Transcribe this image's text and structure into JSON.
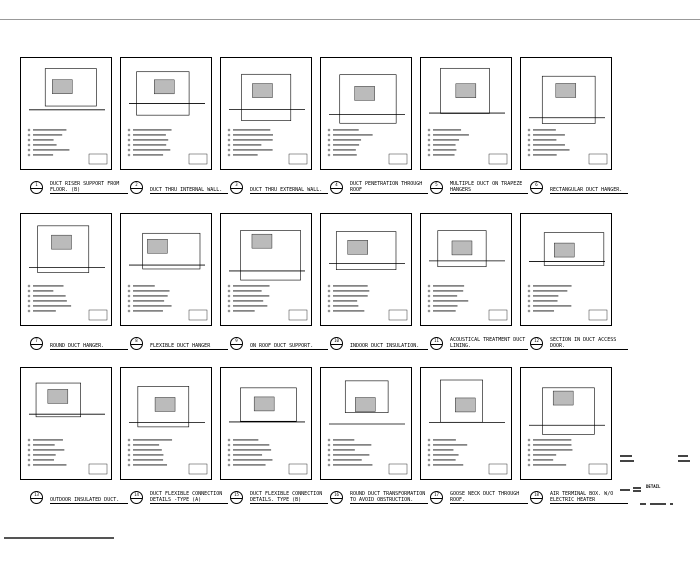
{
  "details": [
    {
      "number": "1",
      "title": "DUCT RISER SUPPORT FROM FLOOR. (B)"
    },
    {
      "number": "2",
      "title": "DUCT THRU INTERNAL WALL."
    },
    {
      "number": "3",
      "title": "DUCT THRU EXTERNAL WALL."
    },
    {
      "number": "4",
      "title": "DUCT PENETRATION THROUGH ROOF"
    },
    {
      "number": "5",
      "title": "MULTIPLE DUCT ON TRAPEZE HANGERS"
    },
    {
      "number": "6",
      "title": "RECTANGULAR DUCT HANGER."
    },
    {
      "number": "7",
      "title": "ROUND DUCT HANGER."
    },
    {
      "number": "8",
      "title": "FLEXIBLE DUCT HANGER"
    },
    {
      "number": "9",
      "title": "ON ROOF DUCT SUPPORT."
    },
    {
      "number": "10",
      "title": "INDOOR DUCT INSULATION."
    },
    {
      "number": "11",
      "title": "ACOUSTICAL TREATMENT DUCT LINING."
    },
    {
      "number": "12",
      "title": "SECTION IN DUCT ACCESS DOOR."
    },
    {
      "number": "13",
      "title": "OUTDOOR INSULATED DUCT."
    },
    {
      "number": "14",
      "title": "DUCT FLEXIBLE CONNECTION DETAILS -TYPE (A)"
    },
    {
      "number": "15",
      "title": "DUCT FLEXIBLE CONNECTION DETAILS. TYPE (B)"
    },
    {
      "number": "16",
      "title": "ROUND DUCT TRANSFORMATION TO AVOID OBSTRUCTION."
    },
    {
      "number": "17",
      "title": "GOOSE NECK DUCT THROUGH ROOF."
    },
    {
      "number": "18",
      "title": "AIR TERMINAL BOX. W/O ELECTRIC HEATER"
    }
  ],
  "title_block": {
    "title": "DETAIL"
  }
}
